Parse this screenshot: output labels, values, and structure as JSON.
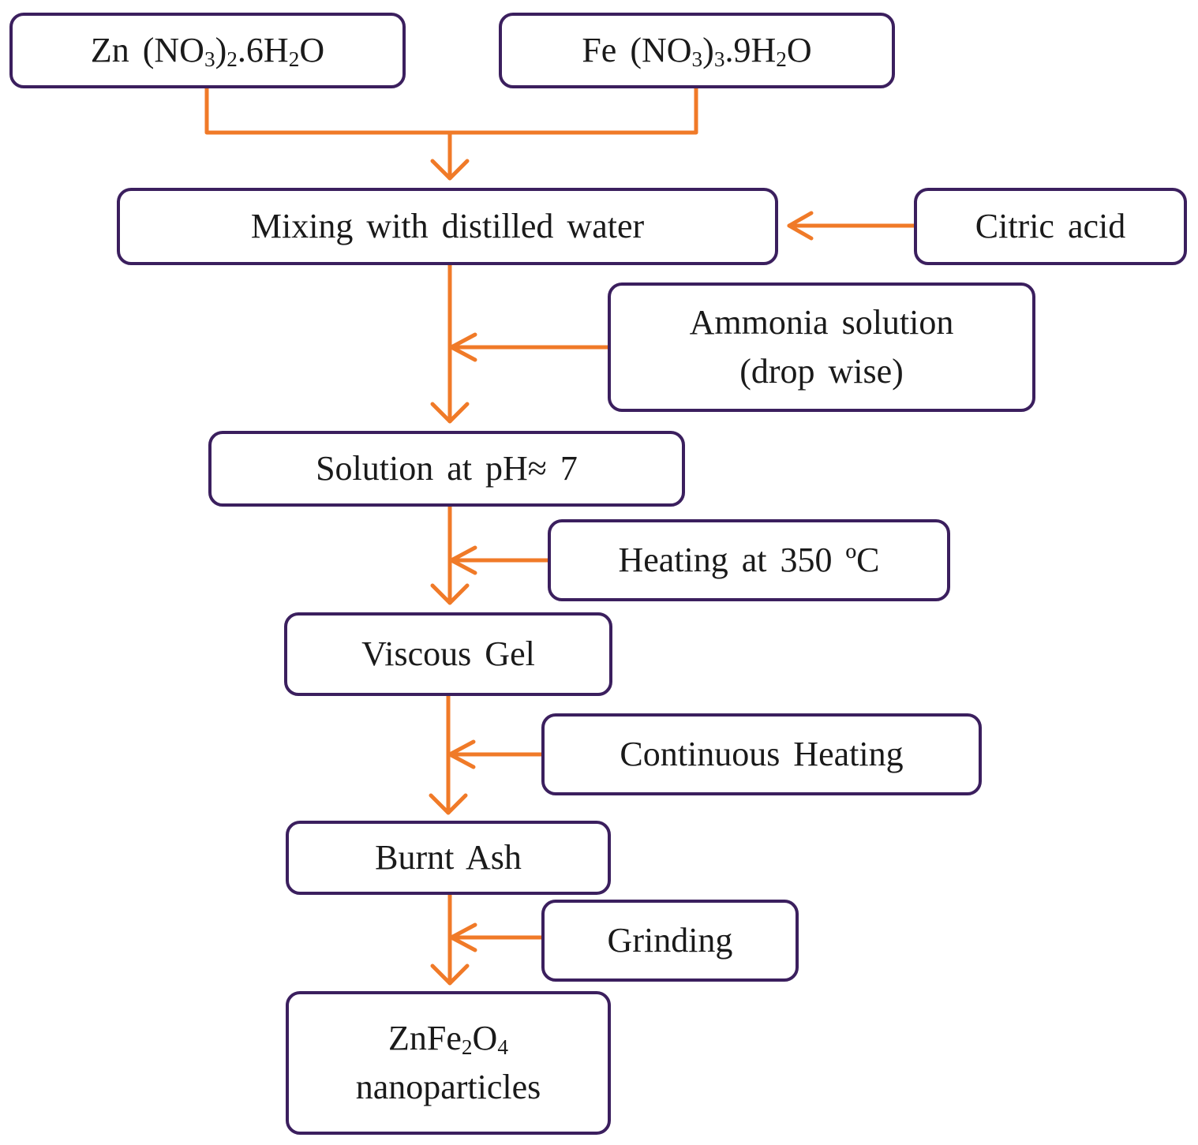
{
  "diagram": {
    "zn_nitrate": {
      "main": "Zn (NO",
      "s1": "3",
      "mid": ")",
      "s2": "2",
      "mid2": ".6H",
      "s3": "2",
      "end": "O"
    },
    "fe_nitrate": {
      "main": "Fe (NO",
      "s1": "3",
      "mid": ")",
      "s2": "3",
      "mid2": ".9H",
      "s3": "2",
      "end": "O"
    },
    "mixing": "Mixing with distilled water",
    "citric_acid": "Citric acid",
    "ammonia_line1": "Ammonia solution",
    "ammonia_line2": "(drop wise)",
    "solution_ph": "Solution at pH≈ 7",
    "heating": "Heating at 350 ºC",
    "viscous_gel": "Viscous Gel",
    "continuous_heating": "Continuous Heating",
    "burnt_ash": "Burnt Ash",
    "grinding": "Grinding",
    "product": {
      "main": "ZnFe",
      "s1": "2",
      "mid": "O",
      "s2": "4",
      "line2": "nanoparticles"
    }
  },
  "colors": {
    "box_border": "#3b1f5e",
    "arrow": "#f07a28",
    "text": "#1a1a1a"
  }
}
